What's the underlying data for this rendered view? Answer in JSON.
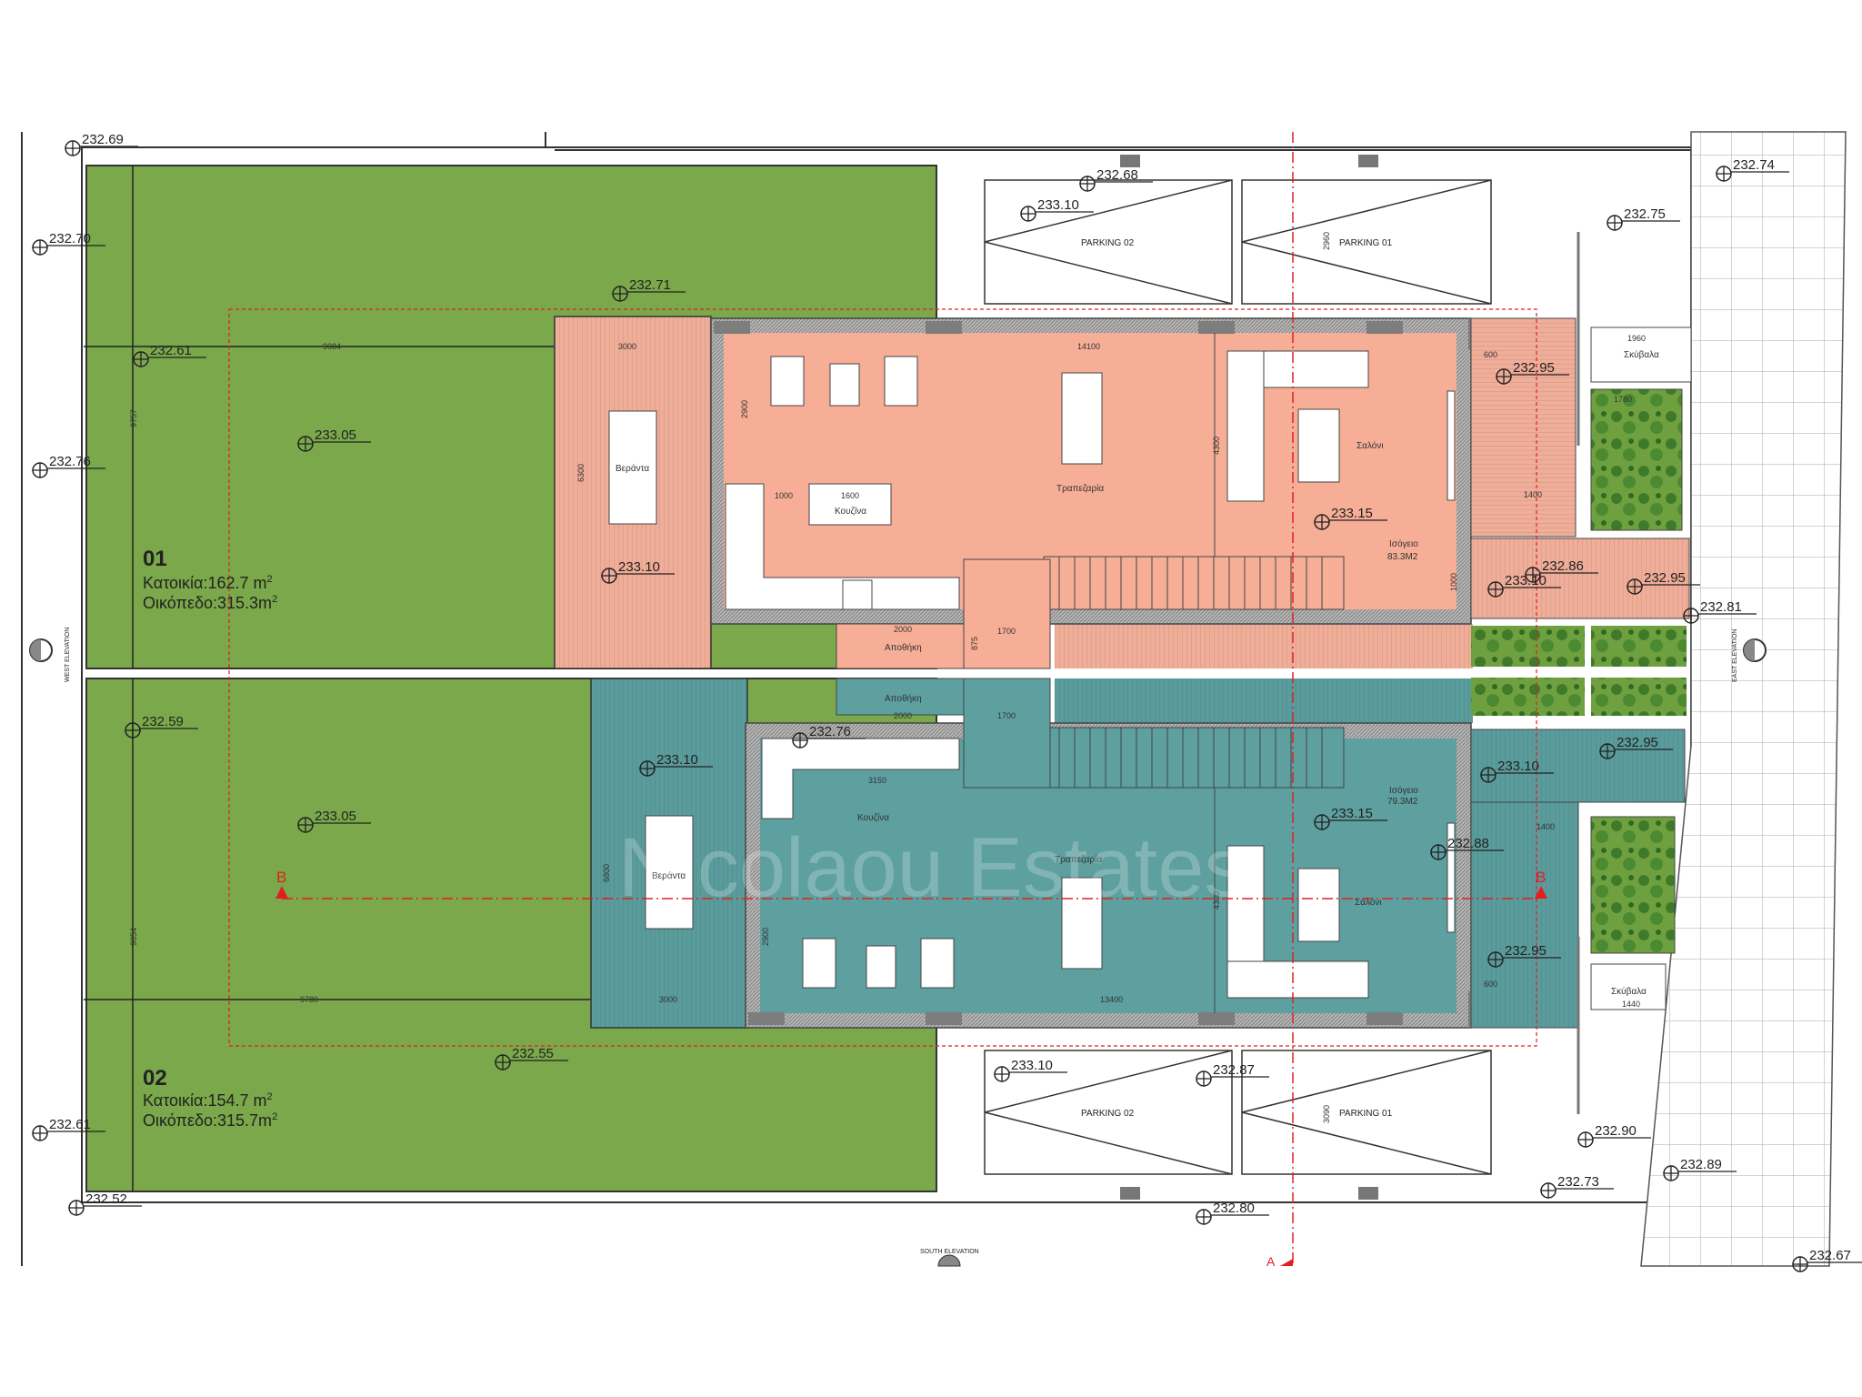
{
  "watermark": "Nicolaou Estates",
  "units": [
    {
      "number": "01",
      "house_area": "Κατοικία:162.7 m",
      "plot_area": "Οικόπεδο:315.3m",
      "sup": "2"
    },
    {
      "number": "02",
      "house_area": "Κατοικία:154.7 m",
      "plot_area": "Οικόπεδο:315.7m",
      "sup": "2"
    }
  ],
  "rooms": {
    "veranda": "Βεράντα",
    "kitchen": "Κουζίνα",
    "dining": "Τραπεζαρία",
    "living": "Σαλόνι",
    "storage": "Αποθήκη",
    "ground_floor": "Ισόγειο",
    "area_01": "83.3M2",
    "area_02": "79.3M2",
    "refuse": "Σκύβαλα"
  },
  "parking": [
    "PARKING 02",
    "PARKING 01"
  ],
  "elevation_views": {
    "west": "WEST ELEVATION",
    "east": "EAST ELEVATION",
    "south": "SOUTH ELEVATION"
  },
  "section_marks": {
    "a": "A",
    "b": "B"
  },
  "dimensions": {
    "u1_garden_w": "9084",
    "u1_veranda_w": "3000",
    "u1_garden_h": "9757",
    "u1_veranda_h": "6300",
    "u1_living_w": "14100",
    "u1_kitchen_a": "1000",
    "u1_kitchen_b": "1600",
    "u1_kitchen_h": "2900",
    "u1_living_h": "4300",
    "u1_storage_w": "2000",
    "u1_hall_w": "1700",
    "u1_storage_h": "875",
    "u1_door": "1000",
    "u1_side_a": "600",
    "u1_side_b": "1400",
    "u1_refuse_w": "1960",
    "u1_planter_w": "1780",
    "u1_parking_h": "2960",
    "u2_garden_w": "9780",
    "u2_veranda_w": "3000",
    "u2_garden_h": "9854",
    "u2_veranda_h": "6800",
    "u2_kitchen_w": "3150",
    "u2_living_w": "13400",
    "u2_living_h": "4300",
    "u2_kitchen_h": "2900",
    "u2_storage_w": "2000",
    "u2_hall_w": "1700",
    "u2_side_a": "600",
    "u2_side_b": "1400",
    "u2_refuse_w": "1440",
    "u2_parking_h": "3090"
  },
  "elevations": [
    "232.69",
    "232.70",
    "232.71",
    "232.61",
    "233.05",
    "232.76",
    "233.10",
    "232.59",
    "233.05",
    "233.10",
    "232.76",
    "232.55",
    "232.61",
    "232.52",
    "232.68",
    "233.10",
    "232.74",
    "232.75",
    "232.95",
    "233.15",
    "232.86",
    "233.10",
    "232.95",
    "232.81",
    "232.95",
    "233.10",
    "233.15",
    "232.88",
    "232.95",
    "233.10",
    "232.87",
    "232.90",
    "232.89",
    "232.73",
    "232.80",
    "232.67"
  ],
  "colors": {
    "lawn": "#7aa84a",
    "unit01": "#f7ae96",
    "unit02": "#5e9fa0",
    "wall": "#9b9b9b",
    "section": "#e02020"
  }
}
